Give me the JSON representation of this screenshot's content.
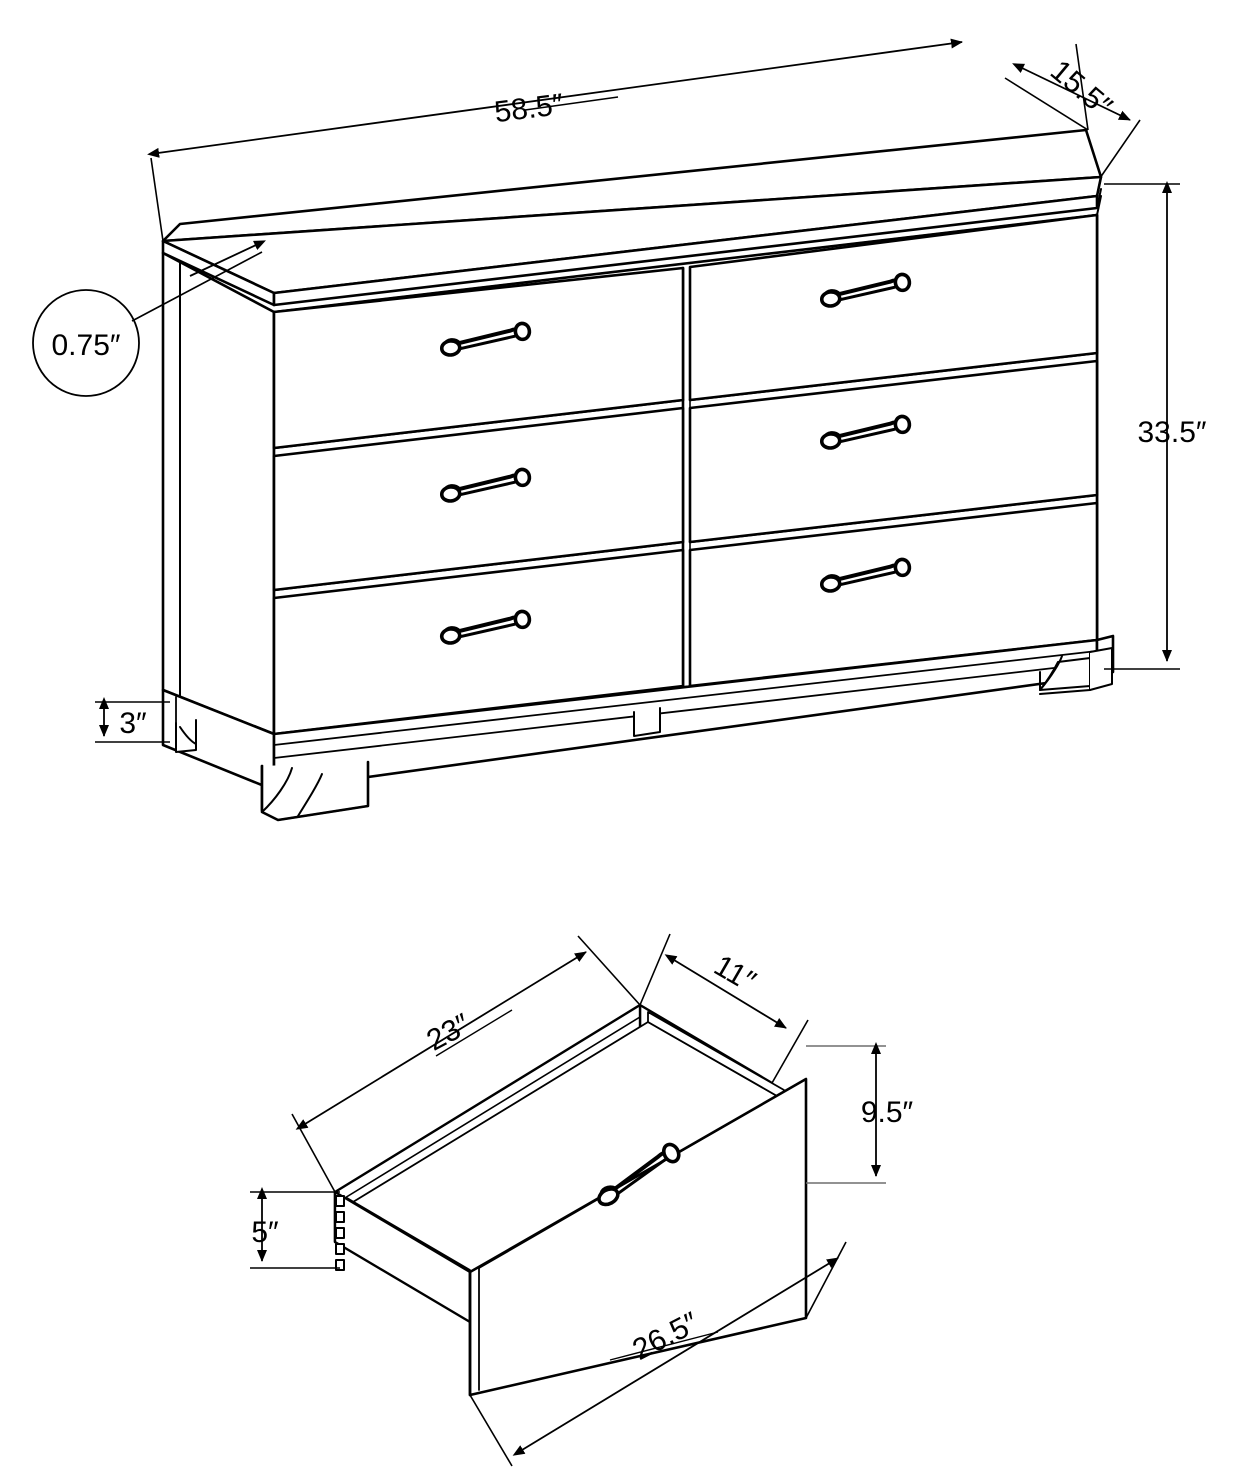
{
  "document": {
    "type": "technical-dimension-drawing",
    "subject": "6-drawer dresser",
    "units": "inches",
    "background_color": "#ffffff",
    "line_color": "#000000"
  },
  "views": [
    {
      "id": "dresser-assembly",
      "name": "Dresser isometric view",
      "drawer_count": 6,
      "drawer_columns": 2,
      "drawer_rows": 3,
      "leg_count": 4,
      "handle_style": "bail-pull"
    },
    {
      "id": "drawer-detail",
      "name": "Single drawer isometric detail",
      "handle_style": "bail-pull"
    }
  ],
  "dimensions": {
    "dresser": [
      {
        "key": "width",
        "label": "58.5″",
        "value": 58.5,
        "unit": "in",
        "placement": "top-left-leader",
        "rotation": -6
      },
      {
        "key": "depth",
        "label": "15.5″",
        "value": 15.5,
        "unit": "in",
        "placement": "top-right-leader",
        "rotation": 42
      },
      {
        "key": "height",
        "label": "33.5″",
        "value": 33.5,
        "unit": "in",
        "placement": "right-vertical",
        "rotation": 0
      },
      {
        "key": "top_thickness",
        "label": "0.75″",
        "value": 0.75,
        "unit": "in",
        "placement": "balloon-callout-left",
        "rotation": 0
      },
      {
        "key": "base_height",
        "label": "3″",
        "value": 3,
        "unit": "in",
        "placement": "bottom-left-vertical",
        "rotation": 0
      }
    ],
    "drawer": [
      {
        "key": "interior_length",
        "label": "23″",
        "value": 23,
        "unit": "in",
        "placement": "upper-left-leader",
        "rotation": -27
      },
      {
        "key": "interior_width",
        "label": "11″",
        "value": 11,
        "unit": "in",
        "placement": "upper-right-leader",
        "rotation": 27
      },
      {
        "key": "front_height",
        "label": "9.5″",
        "value": 9.5,
        "unit": "in",
        "placement": "right-vertical",
        "rotation": 0
      },
      {
        "key": "side_height",
        "label": "5″",
        "value": 5,
        "unit": "in",
        "placement": "left-vertical",
        "rotation": 0
      },
      {
        "key": "front_width",
        "label": "26.5″",
        "value": 26.5,
        "unit": "in",
        "placement": "lower-right-leader",
        "rotation": -26
      }
    ]
  },
  "callouts": {
    "top_thickness_balloon": {
      "label": "0.75″",
      "shape": "circle",
      "points_to": "dresser-top-panel-edge"
    }
  }
}
